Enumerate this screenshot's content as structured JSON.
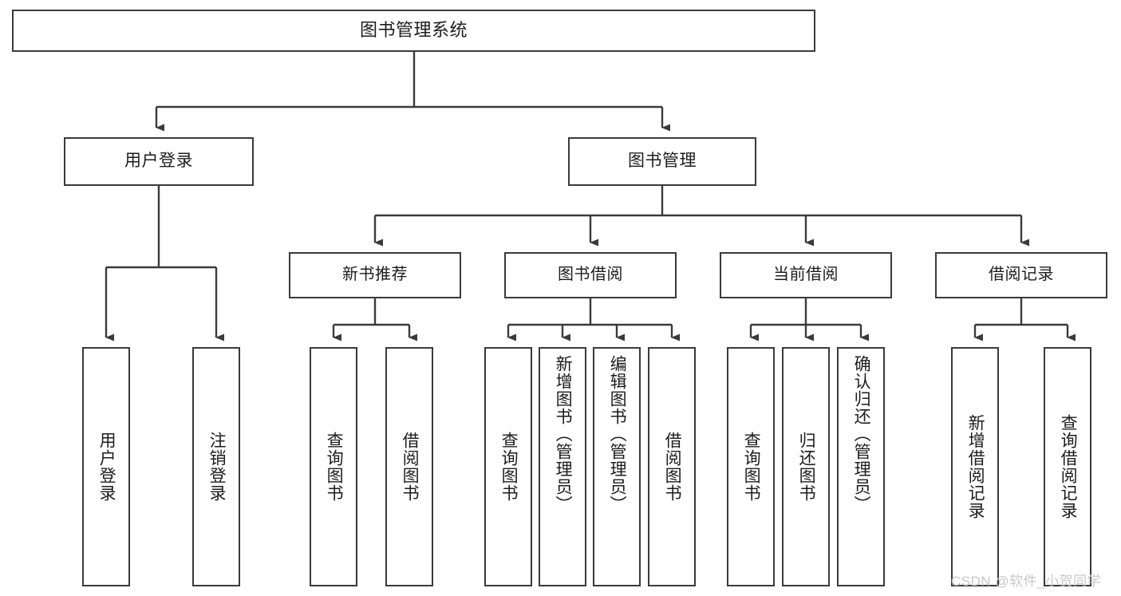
{
  "diagram": {
    "title": "图书管理系统",
    "type": "tree-hierarchy",
    "background": "#ffffff",
    "line_color": "#3a3a3a",
    "box_border_color": "#3a3a3a",
    "text_color": "#1c1c1c",
    "root": {
      "label": "图书管理系统"
    },
    "level1": [
      {
        "label": "用户登录"
      },
      {
        "label": "图书管理"
      }
    ],
    "level2": [
      {
        "label": "新书推荐"
      },
      {
        "label": "图书借阅"
      },
      {
        "label": "当前借阅"
      },
      {
        "label": "借阅记录"
      }
    ],
    "leaves": {
      "user_login": [
        {
          "label": "用户登录"
        },
        {
          "label": "注销登录"
        }
      ],
      "new_book_recommend": [
        {
          "label": "查询图书"
        },
        {
          "label": "借阅图书"
        }
      ],
      "book_borrow": [
        {
          "label": "查询图书"
        },
        {
          "label": "新增图书（管理员）"
        },
        {
          "label": "编辑图书（管理员）"
        },
        {
          "label": "借阅图书"
        }
      ],
      "current_borrow": [
        {
          "label": "查询图书"
        },
        {
          "label": "归还图书"
        },
        {
          "label": "确认归还（管理员）"
        }
      ],
      "borrow_record": [
        {
          "label": "新增借阅记录"
        },
        {
          "label": "查询借阅记录"
        }
      ]
    }
  },
  "watermark": {
    "text": "CSDN @软件_小贺同学",
    "color": "#c9c9c9"
  }
}
